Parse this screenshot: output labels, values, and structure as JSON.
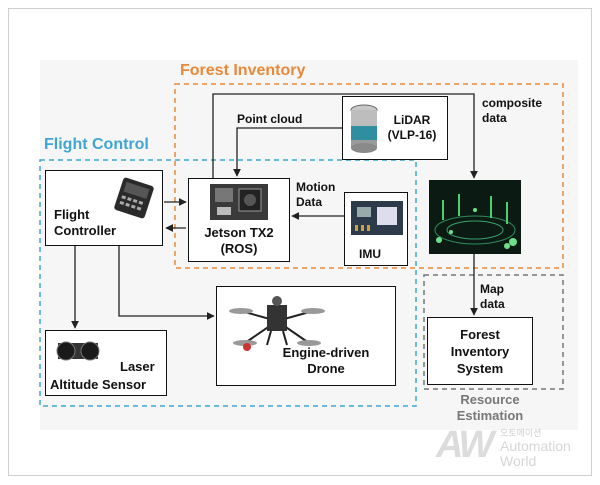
{
  "regions": {
    "forest_inventory": "Forest Inventory",
    "flight_control": "Flight Control",
    "resource_estimation_line1": "Resource",
    "resource_estimation_line2": "Estimation"
  },
  "nodes": {
    "lidar_line1": "LiDAR",
    "lidar_line2": "(VLP-16)",
    "flight_controller_line1": "Flight",
    "flight_controller_line2": "Controller",
    "jetson_line1": "Jetson TX2",
    "jetson_line2": "(ROS)",
    "imu": "IMU",
    "laser_line1": "Laser",
    "laser_line2": "Altitude Sensor",
    "drone_line1": "Engine-driven",
    "drone_line2": "Drone",
    "forest_system_line1": "Forest",
    "forest_system_line2": "Inventory",
    "forest_system_line3": "System"
  },
  "edges": {
    "point_cloud": "Point cloud",
    "motion_data_line1": "Motion",
    "motion_data_line2": "Data",
    "composite_line1": "composite",
    "composite_line2": "data",
    "map_data_line1": "Map",
    "map_data_line2": "data"
  },
  "watermark": {
    "logo": "AW",
    "korean": "오토메이션",
    "line1": "Automation",
    "line2": "World"
  },
  "colors": {
    "forest_orange": "#e8893a",
    "flight_blue": "#3fa6d4",
    "resource_gray": "#777777",
    "arrow": "#222222"
  }
}
